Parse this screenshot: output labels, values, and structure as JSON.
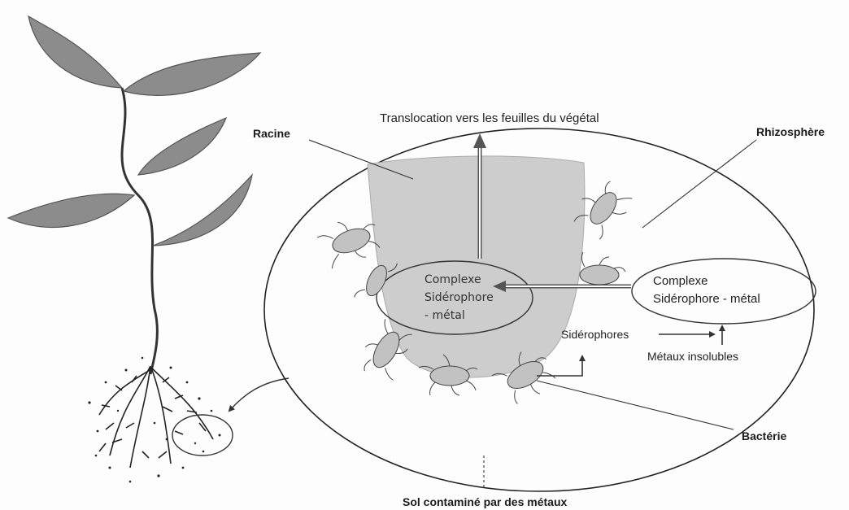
{
  "labels": {
    "translocation": "Translocation vers les feuilles du végétal",
    "racine": "Racine",
    "rhizosphere": "Rhizosphère",
    "complexe_inner_1": "Complexe",
    "complexe_inner_2": "Sidérophore",
    "complexe_inner_3": "- métal",
    "complexe_outer_1": "Complexe",
    "complexe_outer_2": "Sidérophore - métal",
    "siderophores": "Sidérophores",
    "metaux_insolubles": "Métaux insolubles",
    "bacterie": "Bactérie",
    "sol": "Sol contaminé par des métaux"
  },
  "colors": {
    "leaf": "#8c8c8c",
    "root_tissue": "#cdcdcd",
    "bacteria": "#c2c2c2",
    "line": "#333333"
  }
}
